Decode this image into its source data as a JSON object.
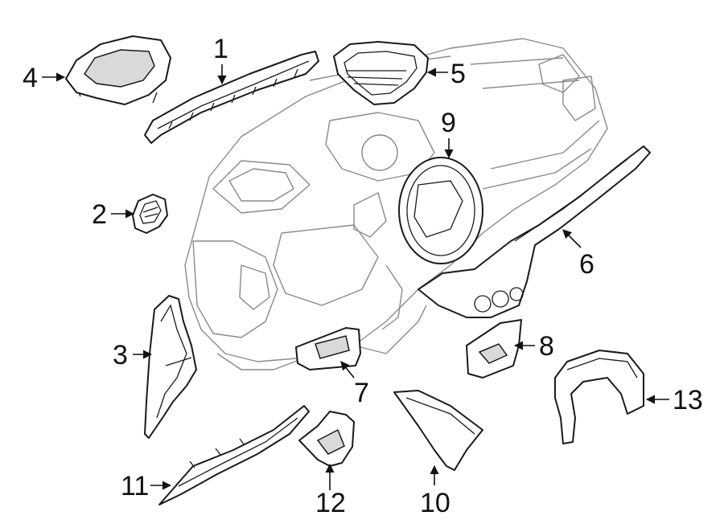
{
  "colors": {
    "line": "#1a1a1a",
    "ghost": "#8a8a8a",
    "shade": "#d9d9d9",
    "background": "#ffffff"
  },
  "callouts": [
    {
      "id": "1",
      "label": "1"
    },
    {
      "id": "2",
      "label": "2"
    },
    {
      "id": "3",
      "label": "3"
    },
    {
      "id": "4",
      "label": "4"
    },
    {
      "id": "5",
      "label": "5"
    },
    {
      "id": "6",
      "label": "6"
    },
    {
      "id": "7",
      "label": "7"
    },
    {
      "id": "8",
      "label": "8"
    },
    {
      "id": "9",
      "label": "9"
    },
    {
      "id": "10",
      "label": "10"
    },
    {
      "id": "11",
      "label": "11"
    },
    {
      "id": "12",
      "label": "12"
    },
    {
      "id": "13",
      "label": "13"
    }
  ]
}
